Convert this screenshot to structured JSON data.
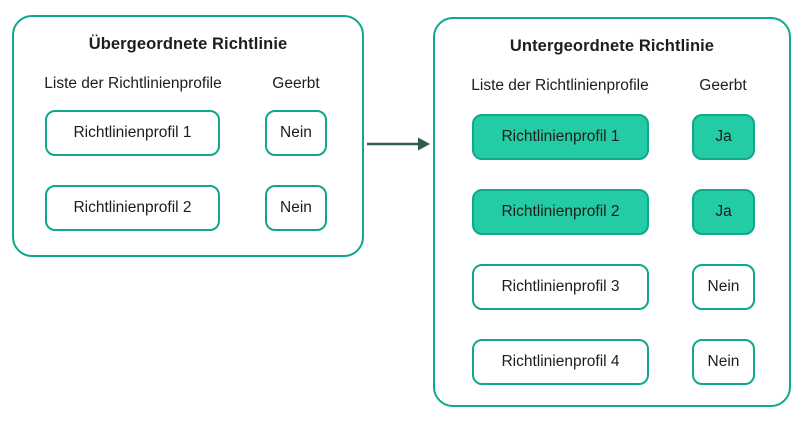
{
  "colors": {
    "line": "#0FA88C",
    "fill": "#24CCA6",
    "arrow": "#2E5A53",
    "ink": "#1D1D1B"
  },
  "parent_policy": {
    "title": "Übergeordnete Richtlinie",
    "columns": {
      "profiles": "Liste der Richtlinienprofile",
      "inherited": "Geerbt"
    },
    "rows": [
      {
        "profile": "Richtlinienprofil 1",
        "inherited": "Nein",
        "highlighted": false
      },
      {
        "profile": "Richtlinienprofil 2",
        "inherited": "Nein",
        "highlighted": false
      }
    ]
  },
  "child_policy": {
    "title": "Untergeordnete Richtlinie",
    "columns": {
      "profiles": "Liste der Richtlinienprofile",
      "inherited": "Geerbt"
    },
    "rows": [
      {
        "profile": "Richtlinienprofil 1",
        "inherited": "Ja",
        "highlighted": true
      },
      {
        "profile": "Richtlinienprofil 2",
        "inherited": "Ja",
        "highlighted": true
      },
      {
        "profile": "Richtlinienprofil 3",
        "inherited": "Nein",
        "highlighted": false
      },
      {
        "profile": "Richtlinienprofil 4",
        "inherited": "Nein",
        "highlighted": false
      }
    ]
  }
}
